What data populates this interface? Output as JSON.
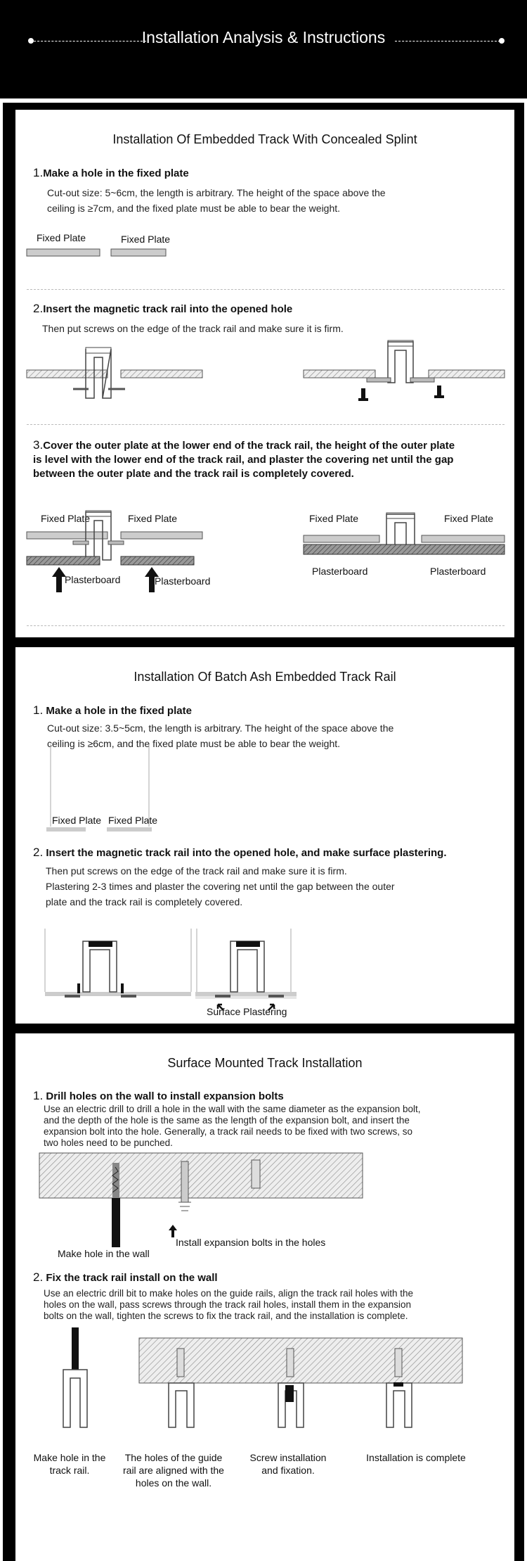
{
  "header": {
    "title": "Installation Analysis & Instructions"
  },
  "section1": {
    "title": "Installation Of Embedded Track With Concealed Splint",
    "step1": {
      "num": "1.",
      "title": "Make a hole in the fixed plate",
      "line1": "Cut-out size: 5~6cm, the length is arbitrary. The height of the space above the",
      "line2": "ceiling is ≥7cm, and the fixed plate must be able to bear the weight.",
      "label_a": "Fixed Plate",
      "label_b": "Fixed Plate"
    },
    "step2": {
      "num": "2.",
      "title": "Insert the magnetic track rail into the opened hole",
      "line1": "Then put screws on the edge of the track rail and make sure it is firm."
    },
    "step3": {
      "num": "3.",
      "line1": "Cover the outer plate at the lower end of the track rail, the height of the outer plate",
      "line2": "is level with the lower end of the track rail, and plaster the covering net until the gap",
      "line3": "between the outer plate and the track rail is completely covered.",
      "fixed_plate": "Fixed Plate",
      "plasterboard": "Plasterboard"
    }
  },
  "section2": {
    "title": "Installation Of Batch Ash Embedded Track Rail",
    "step1": {
      "num": "1.",
      "title": "Make a hole in the fixed plate",
      "line1": "Cut-out size: 3.5~5cm, the length is arbitrary. The height of the space above the",
      "line2": "ceiling is ≥6cm, and the fixed plate must be able to bear the weight.",
      "fixed_plate": "Fixed Plate"
    },
    "step2": {
      "num": "2.",
      "title": "Insert the magnetic track rail into the opened hole, and make surface plastering.",
      "line1": "Then put screws on the edge of the track rail and make sure it is firm.",
      "line2": "Plastering 2-3 times and plaster the covering net until the gap between the outer",
      "line3": "plate and the track rail is completely covered.",
      "surface": "Surface Plastering"
    }
  },
  "section3": {
    "title": "Surface Mounted Track Installation",
    "step1": {
      "num": "1.",
      "title": "Drill holes on the wall to install expansion bolts",
      "line1": "Use an electric drill to drill a hole in the wall with the same diameter as the expansion bolt,",
      "line2": "and the depth of the hole is the same as the length of the expansion bolt, and insert the",
      "line3": "expansion bolt into the hole. Generally, a track rail needs to be fixed with two screws, so",
      "line4": "two holes need to be punched.",
      "cap_make": "Make hole in the wall",
      "cap_install": "Install expansion bolts in the holes"
    },
    "step2": {
      "num": "2.",
      "title": "Fix the track rail install on the wall",
      "line1": "Use an electric drill bit to make holes on the guide rails, align the track rail holes with the",
      "line2": "holes on the wall, pass screws through the track rail holes, install them in the expansion",
      "line3": "bolts on the wall, tighten the screws to fix the track rail, and the installation is complete.",
      "cap1a": "Make hole in the",
      "cap1b": "track rail.",
      "cap2a": "The holes of the guide",
      "cap2b": "rail are aligned with the",
      "cap2c": "holes on the wall.",
      "cap3a": "Screw installation",
      "cap3b": "and fixation.",
      "cap4": "Installation is complete"
    }
  }
}
